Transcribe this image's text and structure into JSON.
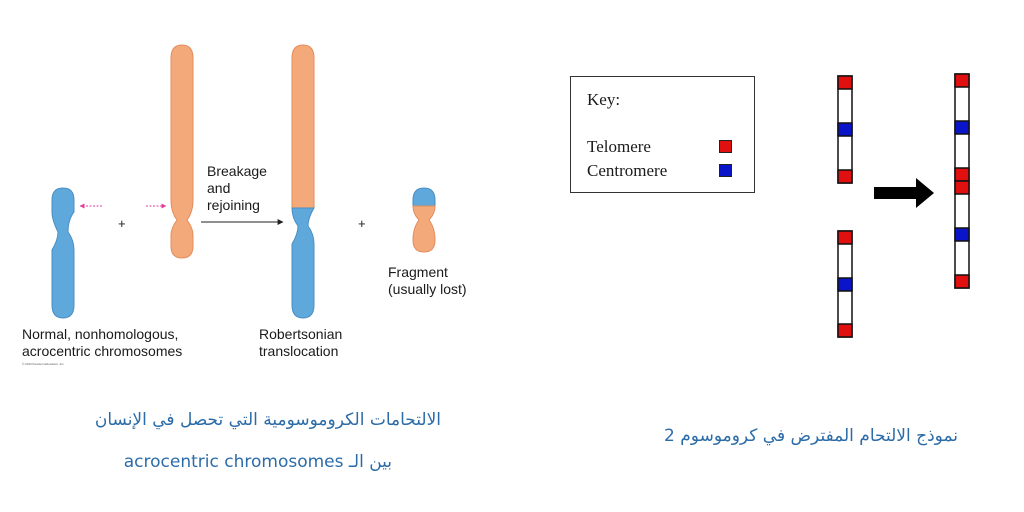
{
  "left_diagram": {
    "plus_1": "+",
    "plus_2": "+",
    "breakage_label": [
      "Breakage",
      "and",
      "rejoining"
    ],
    "normal_label": [
      "Normal, nonhomologous,",
      "acrocentric chromosomes"
    ],
    "robertsonian_label": [
      "Robertsonian",
      "translocation"
    ],
    "fragment_label": [
      "Fragment",
      "(usually lost)"
    ],
    "copyright": "© 2013 Pearson Education, Inc.",
    "colors": {
      "blue": "#5fa8dc",
      "orange": "#f4a97a",
      "arrow_pink": "#e0409a"
    }
  },
  "key": {
    "title": "Key:",
    "items": [
      {
        "label": "Telomere",
        "color": "#e01010"
      },
      {
        "label": "Centromere",
        "color": "#0a14c8"
      }
    ]
  },
  "captions": {
    "left_line1": "الالتحامات الكروموسومية التي تحصل في الإنسان",
    "left_line2": "بين الـ acrocentric chromosomes",
    "right": "نموذج الالتحام المفترض في كروموسوم 2"
  }
}
